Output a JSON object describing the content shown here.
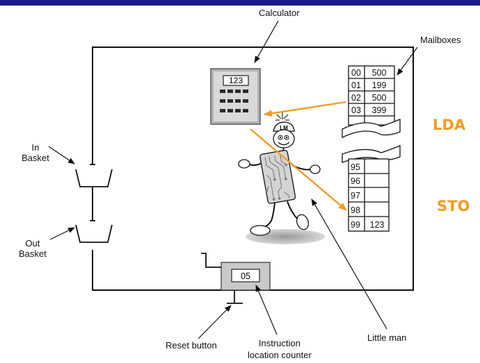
{
  "labels": {
    "calculator": "Calculator",
    "mailboxes": "Mailboxes",
    "in_basket": "In\nBasket",
    "out_basket": "Out\nBasket",
    "reset_button": "Reset button",
    "instruction_counter": "Instruction\nlocation counter",
    "little_man": "Little man"
  },
  "calculator": {
    "display": "123"
  },
  "counter": {
    "value": "05"
  },
  "little_man": {
    "hat_text": "LM"
  },
  "mailboxes": {
    "top": [
      {
        "address": "00",
        "value": "500"
      },
      {
        "address": "01",
        "value": "199"
      },
      {
        "address": "02",
        "value": "500"
      },
      {
        "address": "03",
        "value": "399"
      }
    ],
    "bottom": [
      {
        "address": "95",
        "value": ""
      },
      {
        "address": "96",
        "value": ""
      },
      {
        "address": "97",
        "value": ""
      },
      {
        "address": "98",
        "value": ""
      },
      {
        "address": "99",
        "value": "123"
      }
    ]
  },
  "operations": [
    {
      "label": "LDA",
      "color": "#f39a1e"
    },
    {
      "label": "STO",
      "color": "#f39a1e"
    }
  ],
  "colors": {
    "accent": "#f39a1e",
    "title_bar": "#1a1a8c"
  }
}
